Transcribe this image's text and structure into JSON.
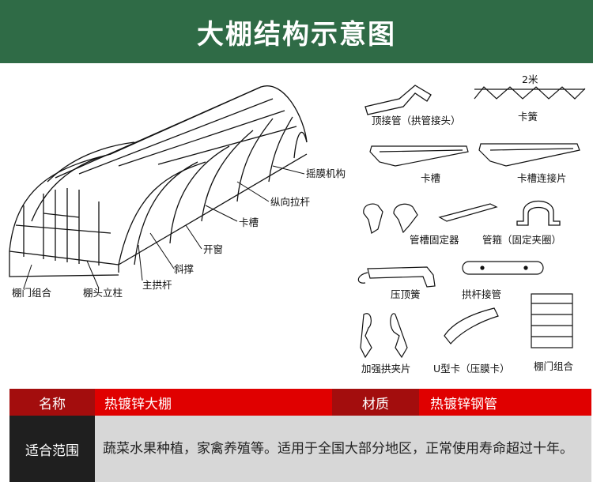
{
  "header": {
    "title": "大棚结构示意图"
  },
  "greenhouse_labels": {
    "film_mechanism": "摇膜机构",
    "longitudinal_rod": "纵向拉杆",
    "card_slot": "卡槽",
    "window": "开窗",
    "diagonal_brace": "斜撑",
    "main_arch": "主拱杆",
    "end_column": "棚头立柱",
    "door_assembly": "棚门组合"
  },
  "parts": {
    "top_connector": "顶接管（拱管接头）",
    "spring": "卡簧",
    "spring_length": "2米",
    "slot": "卡槽",
    "slot_connector": "卡槽连接片",
    "slot_clamp": "管槽固定器",
    "hoop": "管箍（固定夹圈）",
    "press_spring": "压顶簧",
    "arch_connector": "拱杆接管",
    "reinforced_clip": "加强拱夹片",
    "u_clip": "U型卡（压膜卡）",
    "door_set": "棚门组合"
  },
  "specs": {
    "name_label": "名称",
    "name_value": "热镀锌大棚",
    "material_label": "材质",
    "material_value": "热镀锌钢管",
    "scope_label": "适合范围",
    "scope_value": "蔬菜水果种植，家禽养殖等。适用于全国大部分地区，正常使用寿命超过十年。"
  },
  "colors": {
    "header_bg": "#2f6b46",
    "label_dark_red": "#a30d0d",
    "value_red": "#e00000",
    "scope_label_bg": "#1f1f1f",
    "scope_value_bg": "#d7d7d7"
  }
}
